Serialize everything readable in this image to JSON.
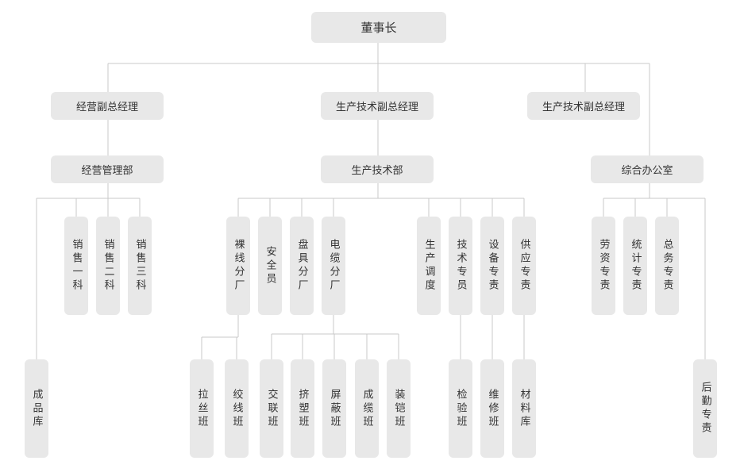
{
  "nodes": {
    "chairman": "董事长",
    "vp_business": "经营副总经理",
    "vp_prod_1": "生产技术副总经理",
    "vp_prod_2": "生产技术副总经理",
    "business_dept": "经营管理部",
    "prod_dept": "生产技术部",
    "office": "综合办公室",
    "finished_store": "成品库",
    "sales_1": "销售一科",
    "sales_2": "销售二科",
    "sales_3": "销售三科",
    "bare_wire_factory": "裸线分厂",
    "safety_officer": "安全员",
    "reel_factory": "盘具分厂",
    "cable_factory": "电缆分厂",
    "prod_dispatch": "生产调度",
    "tech_specialist": "技术专员",
    "equip_specialist": "设备专责",
    "supply_specialist": "供应专责",
    "labor_specialist": "劳资专责",
    "stats_specialist": "统计专责",
    "general_specialist": "总务专责",
    "drawing_team": "拉丝班",
    "stranding_team": "绞线班",
    "crosslink_team": "交联班",
    "extrusion_team": "挤塑班",
    "shield_team": "屏蔽班",
    "cabling_team": "成缆班",
    "armor_team": "装铠班",
    "inspection_team": "检验班",
    "repair_team": "维修班",
    "material_store": "材料库",
    "logistics_specialist": "后勤专责"
  }
}
